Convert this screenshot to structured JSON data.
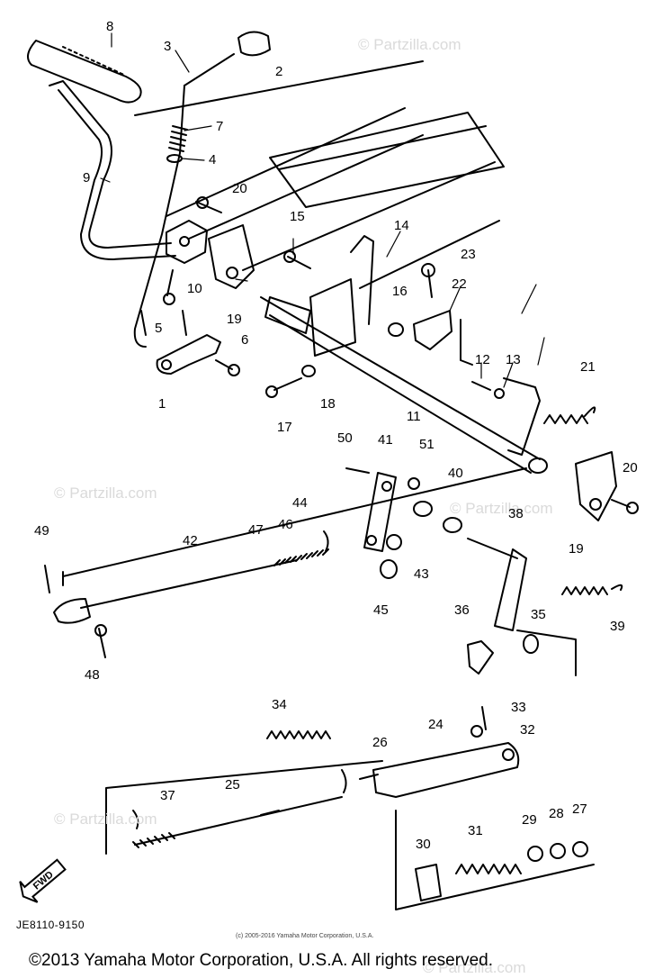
{
  "watermarks": [
    "© Partzilla.com",
    "© Partzilla.com",
    "© Partzilla.com",
    "© Partzilla.com",
    "© Partzilla.com"
  ],
  "part_numbers": {
    "n1": "1",
    "n2": "2",
    "n3": "3",
    "n4": "4",
    "n5": "5",
    "n6": "6",
    "n7": "7",
    "n8": "8",
    "n9": "9",
    "n10": "10",
    "n11": "11",
    "n12": "12",
    "n13": "13",
    "n14": "14",
    "n15": "15",
    "n16": "16",
    "n17": "17",
    "n18": "18",
    "n19a": "19",
    "n19b": "19",
    "n20a": "20",
    "n20b": "20",
    "n21": "21",
    "n22": "22",
    "n23": "23",
    "n24": "24",
    "n25": "25",
    "n26": "26",
    "n27": "27",
    "n28": "28",
    "n29": "29",
    "n30": "30",
    "n31": "31",
    "n32": "32",
    "n33": "33",
    "n34": "34",
    "n35": "35",
    "n36": "36",
    "n37": "37",
    "n38": "38",
    "n39": "39",
    "n40": "40",
    "n41": "41",
    "n42": "42",
    "n43": "43",
    "n44": "44",
    "n45": "45",
    "n46": "46",
    "n47": "47",
    "n48": "48",
    "n49": "49",
    "n50": "50",
    "n51": "51"
  },
  "fwd_label": "FWD",
  "part_code": "JE8110-9150",
  "small_copyright": "(c) 2005-2016 Yamaha Motor Corporation, U.S.A.",
  "copyright": "©2013 Yamaha Motor Corporation, U.S.A. All rights reserved."
}
